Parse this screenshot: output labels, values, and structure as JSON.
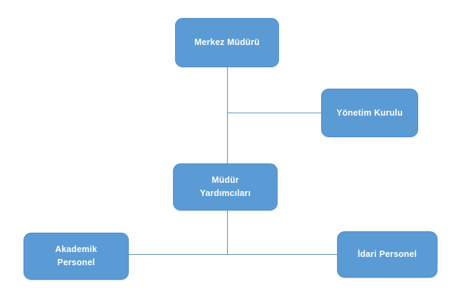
{
  "chart": {
    "title": "",
    "type": "org-chart",
    "background_color": "#ffffff",
    "node_fill_color": "#5B9BD5",
    "node_border_color": "#4A8CC7",
    "node_text_color": "#ffffff",
    "connector_color": "#5B8FA8",
    "nodes": [
      {
        "id": "merkez-muduru",
        "label": "Merkez Müdürü",
        "lines": [
          "Merkez Müdürü"
        ]
      },
      {
        "id": "yonetim-kurulu",
        "label": "Yönetim Kurulu",
        "lines": [
          "Yönetim Kurulu"
        ]
      },
      {
        "id": "mudur-yardimcilari",
        "label": "Müdür Yardımcıları",
        "lines": [
          "Müdür",
          "Yardımcıları"
        ]
      },
      {
        "id": "akademik-personel",
        "label": "Akademik Personel",
        "lines": [
          "Akademik",
          "Personel"
        ]
      },
      {
        "id": "idari-personel",
        "label": "İdari Personel",
        "lines": [
          "İdari Personel"
        ]
      }
    ],
    "connectors": [
      {
        "from": "merkez-muduru",
        "to": "yonetim-kurulu"
      },
      {
        "from": "merkez-muduru",
        "to": "mudur-yardimcilari"
      },
      {
        "from": "mudur-yardimcilari",
        "to": "akademik-personel"
      },
      {
        "from": "mudur-yardimcilari",
        "to": "idari-personel"
      }
    ]
  }
}
